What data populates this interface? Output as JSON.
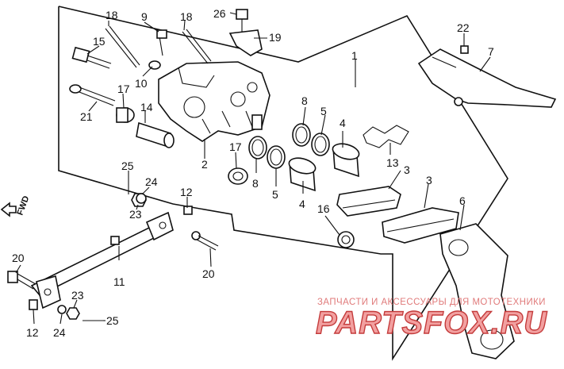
{
  "callouts": [
    {
      "id": "c1",
      "text": "1"
    },
    {
      "id": "c2",
      "text": "2"
    },
    {
      "id": "c3a",
      "text": "3"
    },
    {
      "id": "c3b",
      "text": "3"
    },
    {
      "id": "c4a",
      "text": "4"
    },
    {
      "id": "c4b",
      "text": "4"
    },
    {
      "id": "c5a",
      "text": "5"
    },
    {
      "id": "c5b",
      "text": "5"
    },
    {
      "id": "c6",
      "text": "6"
    },
    {
      "id": "c7",
      "text": "7"
    },
    {
      "id": "c8a",
      "text": "8"
    },
    {
      "id": "c8b",
      "text": "8"
    },
    {
      "id": "c9",
      "text": "9"
    },
    {
      "id": "c10",
      "text": "10"
    },
    {
      "id": "c11",
      "text": "11"
    },
    {
      "id": "c12a",
      "text": "12"
    },
    {
      "id": "c12b",
      "text": "12"
    },
    {
      "id": "c13",
      "text": "13"
    },
    {
      "id": "c14",
      "text": "14"
    },
    {
      "id": "c15",
      "text": "15"
    },
    {
      "id": "c16",
      "text": "16"
    },
    {
      "id": "c17a",
      "text": "17"
    },
    {
      "id": "c17b",
      "text": "17"
    },
    {
      "id": "c18a",
      "text": "18"
    },
    {
      "id": "c18b",
      "text": "18"
    },
    {
      "id": "c19",
      "text": "19"
    },
    {
      "id": "c20a",
      "text": "20"
    },
    {
      "id": "c20b",
      "text": "20"
    },
    {
      "id": "c21",
      "text": "21"
    },
    {
      "id": "c22",
      "text": "22"
    },
    {
      "id": "c23a",
      "text": "23"
    },
    {
      "id": "c23b",
      "text": "23"
    },
    {
      "id": "c24a",
      "text": "24"
    },
    {
      "id": "c24b",
      "text": "24"
    },
    {
      "id": "c25a",
      "text": "25"
    },
    {
      "id": "c25b",
      "text": "25"
    },
    {
      "id": "c26",
      "text": "26"
    }
  ],
  "direction_label": "FWD",
  "watermark": {
    "line": "ЗАПЧАСТИ И АКСЕССУАРЫ ДЛЯ МОТОТЕХНИКИ",
    "logo": "PARTSFOX.RU"
  },
  "colors": {
    "ink": "#111111",
    "watermark_text": "#e07a7a",
    "watermark_logo_fill": "#f2a0a0",
    "watermark_logo_stroke": "#c43b3b"
  }
}
